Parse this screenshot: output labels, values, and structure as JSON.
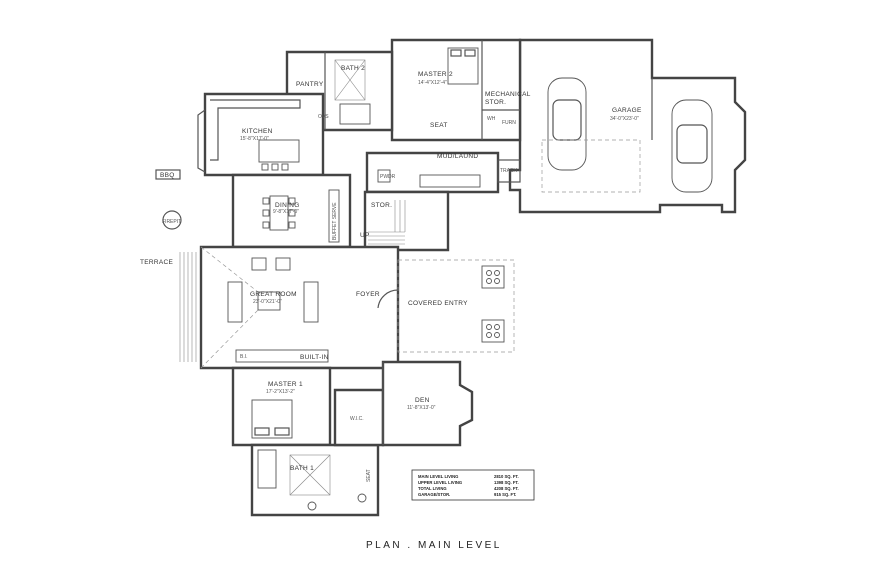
{
  "title": "PLAN . MAIN LEVEL",
  "rooms": {
    "pantry": "PANTRY",
    "bath2": "BATH 2",
    "master2": "MASTER 2",
    "master2_dim": "14'-4\"X12'-4\"",
    "mechanical": "MECHANICAL",
    "stor": "STOR.",
    "garage": "GARAGE",
    "garage_dim": "34'-0\"X23'-0\"",
    "kitchen": "KITCHEN",
    "kitchen_dim": "15'-8\"X17'-0\"",
    "ovs": "OVS",
    "seat": "SEAT",
    "wh": "WH",
    "furn": "FURN",
    "mudlaund": "MUD/LAUND",
    "pwdr": "PWDR",
    "trash": "TRASH",
    "bbq": "BBQ",
    "dining": "DINING",
    "dining_dim": "9'-8\"X17'-0\"",
    "buffet": "BUFFET SERVE",
    "firepit": "FIREPIT",
    "stor2": "STOR.",
    "up": "UP",
    "terrace": "TERRACE",
    "greatroom": "GREAT ROOM",
    "greatroom_dim": "23'-0\"X21'-0\"",
    "foyer": "FOYER",
    "covered_entry": "COVERED ENTRY",
    "bi": "B.I.",
    "builtin": "BUILT-IN",
    "master1": "MASTER 1",
    "master1_dim": "17'-2\"X13'-2\"",
    "den": "DEN",
    "den_dim": "11'-8\"X13'-0\"",
    "wic": "W.I.C.",
    "bath1": "BATH 1",
    "seat2": "SEAT"
  },
  "area_table": [
    {
      "label": "MAIN LEVEL LIVING",
      "value": "2810 SQ. FT."
    },
    {
      "label": "UPPER LEVEL LIVING",
      "value": "1398 SQ. FT."
    },
    {
      "label": "TOTAL LIVING",
      "value": "4208 SQ. FT."
    },
    {
      "label": "GARAGE/STOR.",
      "value": "915 SQ. FT."
    }
  ]
}
